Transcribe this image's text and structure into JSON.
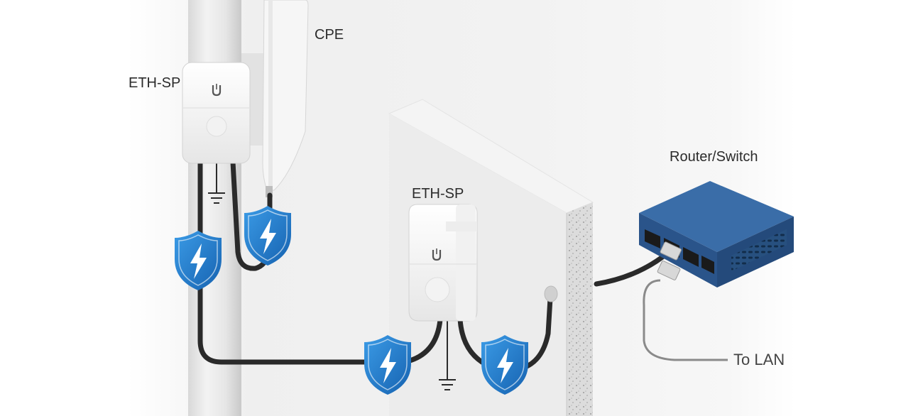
{
  "labels": {
    "cpe": "CPE",
    "eth_sp_pole": "ETH-SP",
    "eth_sp_wall": "ETH-SP",
    "router_switch": "Router/Switch",
    "to_lan": "To LAN"
  },
  "icons": {
    "device_logo": "ubiquiti-u-logo",
    "surge": "lightning-shield-icon",
    "ground": "ground-symbol-icon"
  },
  "colors": {
    "shield_blue": "#1f78c8",
    "switch_blue": "#2d5d96",
    "cable": "#2a2a2a",
    "device_white": "#f4f4f4"
  }
}
